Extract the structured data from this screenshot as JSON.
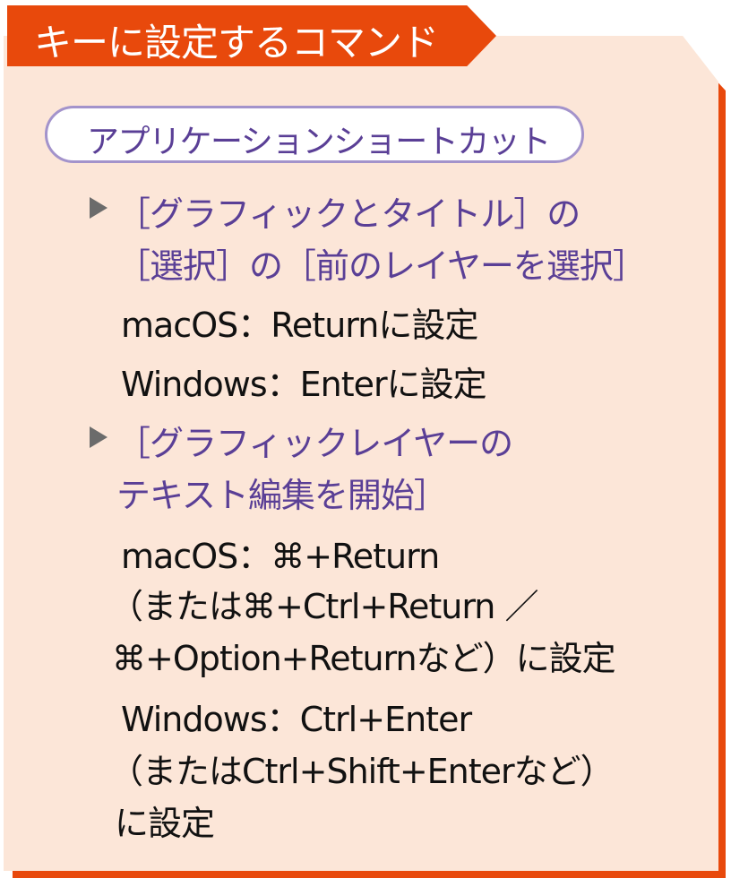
{
  "title": "キーに設定するコマンド",
  "section": "アプリケーションショートカット",
  "items": [
    {
      "heading": [
        "［グラフィックとタイトル］の",
        "［選択］の［前のレイヤーを選択］"
      ],
      "lines": [
        "macOS：Returnに設定",
        "Windows：Enterに設定"
      ]
    },
    {
      "heading": [
        "［グラフィックレイヤーの",
        "テキスト編集を開始］"
      ],
      "lines": [
        "macOS：⌘+Return",
        "（または⌘+Ctrl+Return ／",
        "⌘+Option+Returnなど）に設定",
        "Windows：Ctrl+Enter",
        "（またはCtrl+Shift+Enterなど）",
        "に設定"
      ]
    }
  ],
  "colors": {
    "accent": "#e8490c",
    "panel": "#fce6d8",
    "purple": "#5a3f96"
  }
}
